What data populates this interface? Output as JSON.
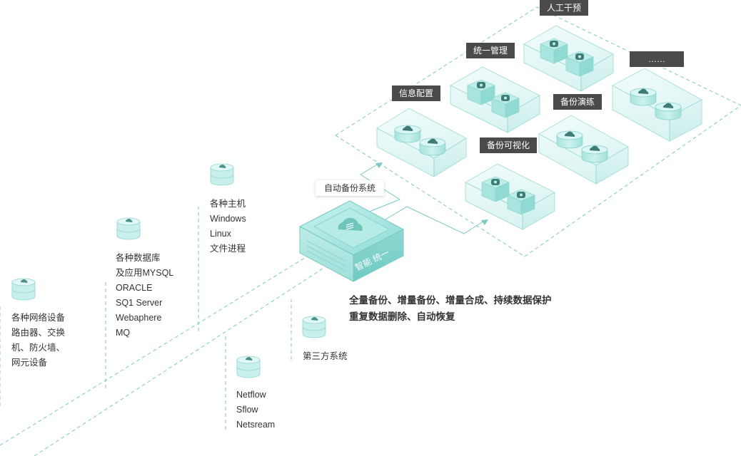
{
  "sources": {
    "network": {
      "icon": "database-icon",
      "lines": [
        "各种网络设备",
        "路由器、交换",
        "机、防火墙、",
        "网元设备"
      ]
    },
    "database": {
      "icon": "database-icon",
      "lines": [
        "各种数据库",
        "及应用MYSQL",
        "ORACLE",
        "SQ1 Server",
        "Webaphere",
        "MQ"
      ]
    },
    "host": {
      "icon": "database-icon",
      "lines": [
        "各种主机",
        "Windows",
        "Linux",
        "文件进程"
      ]
    },
    "flow": {
      "icon": "database-icon",
      "lines": [
        "Netflow",
        "Sflow",
        "Netsream"
      ]
    },
    "third_party": {
      "icon": "database-icon",
      "lines": [
        "第三方系统"
      ]
    }
  },
  "core": {
    "label": "自动备份系统",
    "box_text": "智能 统一",
    "features": [
      "全量备份、增量备份、增量合成、持续数据保护",
      "重复数据删除、自动恢复"
    ]
  },
  "platform": {
    "modules": [
      {
        "label": "人工干预",
        "icon": "lock-icon"
      },
      {
        "label": "统一管理",
        "icon": "lock-icon"
      },
      {
        "label": "信息配置",
        "icon": "cloud-icon"
      },
      {
        "label": "备份演练",
        "icon": "cloud-icon"
      },
      {
        "label": "……",
        "icon": "cloud-icon"
      },
      {
        "label": "备份可视化",
        "icon": "lock-icon"
      }
    ]
  },
  "colors": {
    "accent": "#7fd6d0",
    "tag_bg": "#4a4a4a",
    "line": "#7cc9c3"
  }
}
